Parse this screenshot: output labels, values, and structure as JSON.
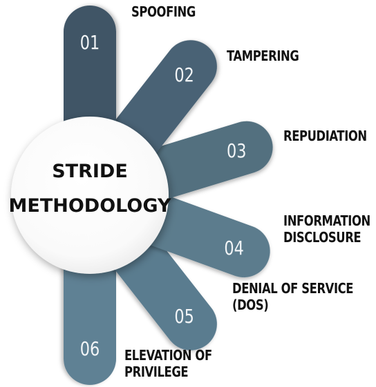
{
  "center": {
    "lines": [
      "STRIDE",
      "METHODOLOGY"
    ]
  },
  "steps": [
    {
      "number": "01",
      "label": [
        "SPOOFING"
      ],
      "color": "#3f5566"
    },
    {
      "number": "02",
      "label": [
        "TAMPERING"
      ],
      "color": "#4a6274"
    },
    {
      "number": "03",
      "label": [
        "REPUDIATION"
      ],
      "color": "#53707f"
    },
    {
      "number": "04",
      "label": [
        "INFORMATION",
        "DISCLOSURE"
      ],
      "color": "#5b7b8d"
    },
    {
      "number": "05",
      "label": [
        "DENIAL OF SERVICE",
        "(DOS)"
      ],
      "color": "#5a7b8f"
    },
    {
      "number": "06",
      "label": [
        "ELEVATION OF",
        "PRIVILEGE"
      ],
      "color": "#5f8194"
    }
  ],
  "colors": {
    "circle_fill": "#ffffff",
    "circle_edge": "#e6e6e6",
    "text": "#111111",
    "number_text": "#f2f5f7"
  }
}
